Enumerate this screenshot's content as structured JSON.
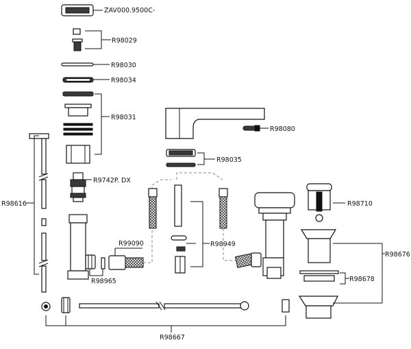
{
  "diagram": {
    "part_labels": {
      "zav": "ZAV000.9500C-",
      "r98029": "R98029",
      "r98030": "R98030",
      "r98034": "R98034",
      "r98031": "R98031",
      "r98080": "R98080",
      "r98035": "R98035",
      "r9742p": "R9742P. DX",
      "r98616": "R98616",
      "r99090": "R99090",
      "r98949": "R98949",
      "r98710": "R98710",
      "r98676": "R98676",
      "r98678": "R98678",
      "r98965": "R98965",
      "r98667": "R98667"
    }
  }
}
